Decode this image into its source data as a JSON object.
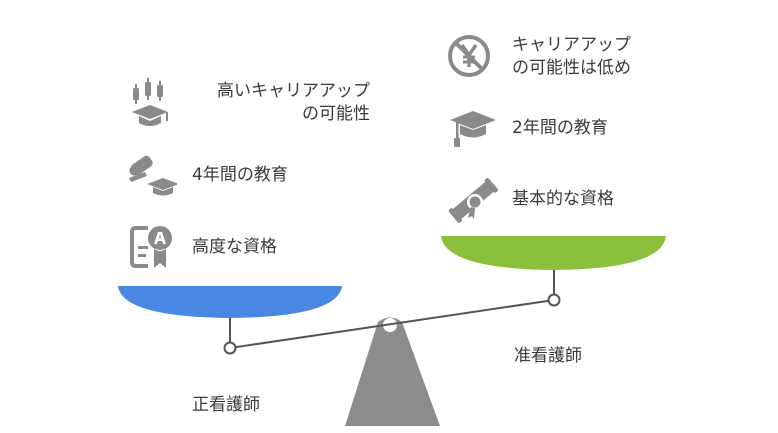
{
  "colors": {
    "left_pan": "#4a87e3",
    "right_pan": "#8cbf3c",
    "beam": "#555555",
    "stand": "#8c8c8c",
    "icon": "#8a8a8a",
    "text": "#3a3a3a"
  },
  "left": {
    "name": "正看護師",
    "items": [
      {
        "icon": "growth-chart-graduate-icon",
        "line1": "高いキャリアアップ",
        "line2": "の可能性"
      },
      {
        "icon": "diploma-cap-icon",
        "line1": "4年間の教育"
      },
      {
        "icon": "certificate-a-badge-icon",
        "line1": "高度な資格"
      }
    ]
  },
  "right": {
    "name": "准看護師",
    "items": [
      {
        "icon": "no-yen-icon",
        "line1": "キャリアアップ",
        "line2": "の可能性は低め"
      },
      {
        "icon": "graduation-cap-icon",
        "line1": "2年間の教育"
      },
      {
        "icon": "diploma-scroll-icon",
        "line1": "基本的な資格"
      }
    ]
  }
}
